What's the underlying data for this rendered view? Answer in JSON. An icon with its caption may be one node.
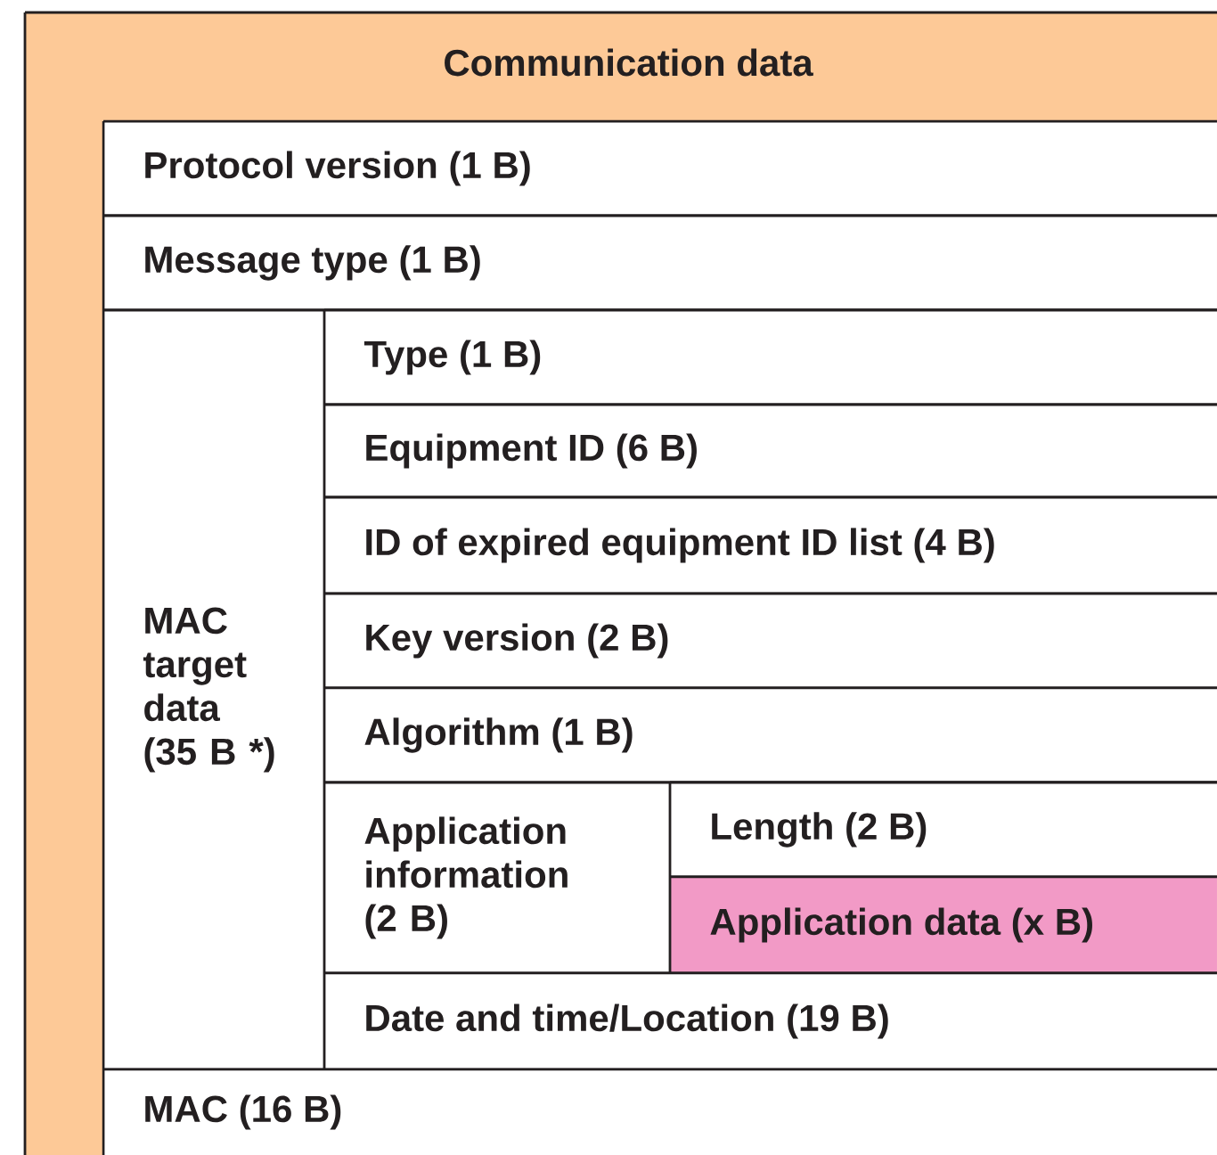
{
  "diagram": {
    "nodes": [
      {
        "text": [
          "Communication data"
        ]
      },
      {
        "text": [
          "Protocol version (1 B)"
        ],
        "in": 0
      },
      {
        "text": [
          "Message type (1 B)"
        ],
        "in": 0
      },
      {
        "text": [
          "MAC target data (35 B *)"
        ],
        "in": 0
      },
      {
        "text": [
          "Type (1 B)"
        ],
        "in": 3
      },
      {
        "text": [
          "Equipment ID (6 B)"
        ],
        "in": 3
      },
      {
        "text": [
          "ID of expired equipment ID list (4 B)"
        ],
        "in": 3
      },
      {
        "text": [
          "Key version (2 B)"
        ],
        "in": 3
      },
      {
        "text": [
          "Algorithm (1 B)"
        ],
        "in": 3
      },
      {
        "text": [
          "Application information (2 B)"
        ],
        "in": 3
      },
      {
        "text": [
          "Length (2 B)"
        ],
        "in": 9
      },
      {
        "text": [
          "Application data (x B)"
        ],
        "in": 9
      },
      {
        "text": [
          "Date and time/Location (19 B)"
        ],
        "in": 3
      },
      {
        "text": [
          "MAC (16 B)"
        ],
        "in": 0
      }
    ]
  }
}
